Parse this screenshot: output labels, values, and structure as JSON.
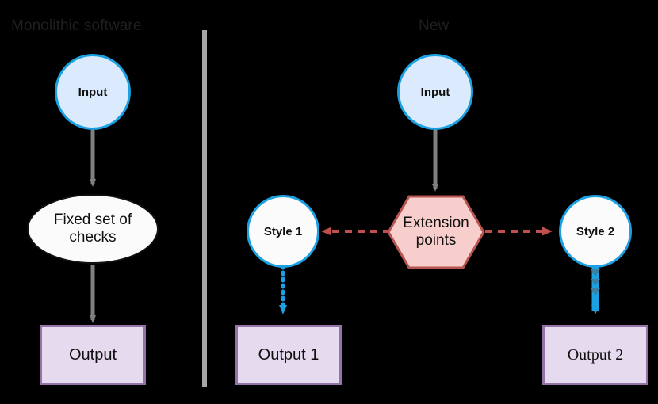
{
  "diagram": {
    "background": "#000000",
    "divider": {
      "name": "vertical-divider",
      "color": "#a6a6a6"
    },
    "panels": {
      "left": {
        "title": "Monolithic software"
      },
      "right": {
        "title": "New"
      }
    },
    "nodes": {
      "input_left": {
        "label": "Input",
        "shape": "circle",
        "fill": "#dbeafc",
        "stroke": "#1ba1e2"
      },
      "checks": {
        "label_line1": "Fixed set of",
        "label_line2": "checks",
        "label": "Fixed set of checks",
        "shape": "ellipse",
        "fill": "#fbfbfb",
        "stroke": "#111111"
      },
      "output_left": {
        "label": "Output",
        "shape": "rect",
        "fill": "#e6dbee",
        "stroke": "#9673a6"
      },
      "input_right": {
        "label": "Input",
        "shape": "circle",
        "fill": "#dbeafc",
        "stroke": "#1ba1e2"
      },
      "extension": {
        "label_line1": "Extension",
        "label_line2": "points",
        "label": "Extension points",
        "shape": "hexagon",
        "fill": "#f8cecc",
        "stroke": "#b85450"
      },
      "style1": {
        "label": "Style 1",
        "shape": "circle",
        "fill": "#fbfbfb",
        "stroke": "#1ba1e2"
      },
      "style2": {
        "label": "Style 2",
        "shape": "circle",
        "fill": "#fbfbfb",
        "stroke": "#1ba1e2"
      },
      "output1": {
        "label": "Output 1",
        "shape": "rect",
        "fill": "#e6dbee",
        "stroke": "#9673a6"
      },
      "output2": {
        "label": "Output 2",
        "shape": "rect",
        "fill": "#e6dbee",
        "stroke": "#9673a6"
      }
    },
    "edges": [
      {
        "name": "input-to-checks",
        "from": "input_left",
        "to": "checks",
        "style": "solid",
        "color": "#808080"
      },
      {
        "name": "checks-to-output",
        "from": "checks",
        "to": "output_left",
        "style": "solid",
        "color": "#808080"
      },
      {
        "name": "input-to-extension",
        "from": "input_right",
        "to": "extension",
        "style": "solid",
        "color": "#808080"
      },
      {
        "name": "extension-to-style1",
        "from": "extension",
        "to": "style1",
        "style": "dashed",
        "color": "#c0504d"
      },
      {
        "name": "extension-to-style2",
        "from": "extension",
        "to": "style2",
        "style": "dashed",
        "color": "#c0504d"
      },
      {
        "name": "style1-to-output1",
        "from": "style1",
        "to": "output1",
        "style": "dotted",
        "color": "#1ba1e2"
      },
      {
        "name": "style2-to-output2",
        "from": "style2",
        "to": "output2",
        "style": "chevron",
        "color": "#1ba1e2"
      }
    ]
  }
}
